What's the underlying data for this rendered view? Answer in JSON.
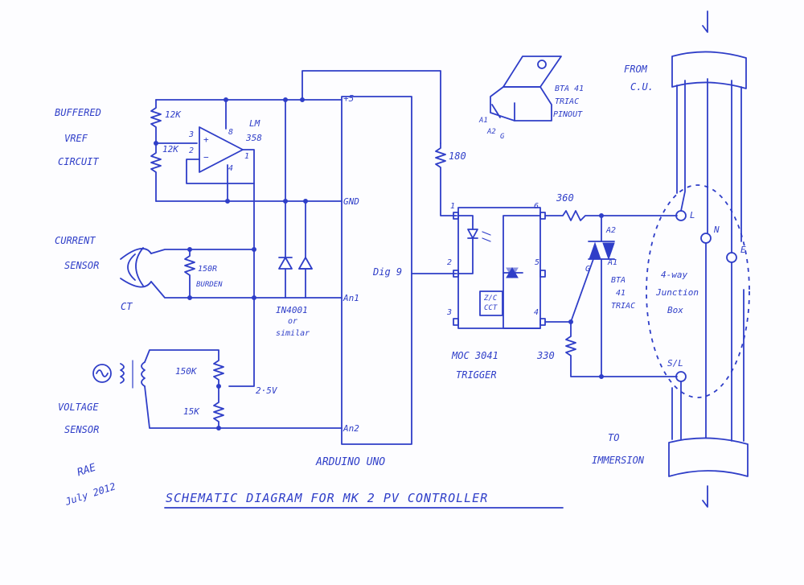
{
  "vref_block": {
    "line1": "BUFFERED",
    "line2": "VREF",
    "line3": "CIRCUIT"
  },
  "r_12k_top": "12K",
  "r_12k_bot": "12K",
  "opamp": {
    "name_1": "LM",
    "name_2": "358",
    "pin8": "8",
    "pin3": "3",
    "pin2": "2",
    "pin4": "4",
    "pin1": "1",
    "plus": "+",
    "minus": "−"
  },
  "current_sensor": {
    "line1": "CURRENT",
    "line2": "SENSOR",
    "ct": "CT"
  },
  "burden": {
    "line1": "150R",
    "line2": "BURDEN"
  },
  "diodes": {
    "line1": "IN4001",
    "line2": "or",
    "line3": "similar"
  },
  "voltage_sensor": {
    "line1": "VOLTAGE",
    "line2": "SENSOR"
  },
  "r_150k": "150K",
  "r_15k": "15K",
  "v_mid": "2·5V",
  "arduino": {
    "name": "ARDUINO UNO",
    "pin_5v": "+5",
    "pin_gnd": "GND",
    "pin_an1": "An1",
    "pin_an2": "An2",
    "pin_dig9": "Dig 9"
  },
  "r_180": "180",
  "r_360": "360",
  "r_330": "330",
  "moc": {
    "line1": "MOC 3041",
    "line2": "TRIGGER",
    "zc1": "Z/C",
    "zc2": "CCT",
    "pin1": "1",
    "pin2": "2",
    "pin3": "3",
    "pin4": "4",
    "pin5": "5",
    "pin6": "6"
  },
  "triac_pinout": {
    "line1": "BTA 41",
    "line2": "TRIAC",
    "line3": "PINOUT",
    "a1": "A1",
    "a2": "A2",
    "g": "G"
  },
  "triac": {
    "line1": "BTA",
    "line2": "41",
    "line3": "TRIAC",
    "a1": "A1",
    "a2": "A2",
    "g": "G"
  },
  "junction": {
    "line1": "4-way",
    "line2": "Junction",
    "line3": "Box"
  },
  "terminals": {
    "l": "L",
    "n": "N",
    "e": "E",
    "sl": "S/L"
  },
  "cable_top": {
    "line1": "FROM",
    "line2": "C.U."
  },
  "cable_bottom": {
    "line1": "TO",
    "line2": "IMMERSION"
  },
  "signature": {
    "initials": "RAE",
    "date": "July 2012"
  },
  "title": "SCHEMATIC DIAGRAM FOR MK 2 PV CONTROLLER"
}
